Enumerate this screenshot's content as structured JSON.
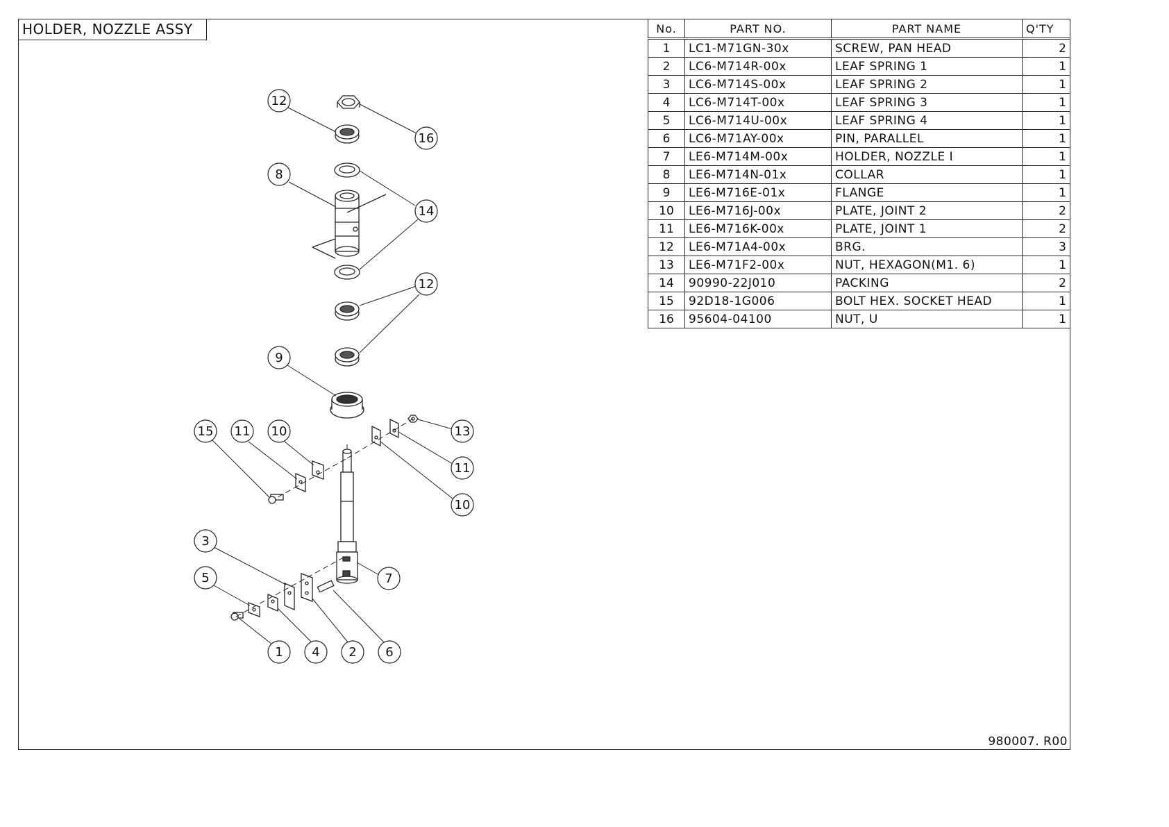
{
  "title": "HOLDER, NOZZLE  ASSY",
  "table": {
    "headers": {
      "no": "No.",
      "part_no": "PART  NO.",
      "part_name": "PART  NAME",
      "qty": "Q'TY"
    },
    "rows": [
      {
        "no": "1",
        "part_no": "LC1-M71GN-30x",
        "part_name": "SCREW, PAN HEAD",
        "qty": "2"
      },
      {
        "no": "2",
        "part_no": "LC6-M714R-00x",
        "part_name": "LEAF  SPRING  1",
        "qty": "1"
      },
      {
        "no": "3",
        "part_no": "LC6-M714S-00x",
        "part_name": "LEAF  SPRING  2",
        "qty": "1"
      },
      {
        "no": "4",
        "part_no": "LC6-M714T-00x",
        "part_name": "LEAF  SPRING  3",
        "qty": "1"
      },
      {
        "no": "5",
        "part_no": "LC6-M714U-00x",
        "part_name": "LEAF  SPRING  4",
        "qty": "1"
      },
      {
        "no": "6",
        "part_no": "LC6-M71AY-00x",
        "part_name": "PIN, PARALLEL",
        "qty": "1"
      },
      {
        "no": "7",
        "part_no": "LE6-M714M-00x",
        "part_name": "HOLDER, NOZZLE  I",
        "qty": "1"
      },
      {
        "no": "8",
        "part_no": "LE6-M714N-01x",
        "part_name": "COLLAR",
        "qty": "1"
      },
      {
        "no": "9",
        "part_no": "LE6-M716E-01x",
        "part_name": "FLANGE",
        "qty": "1"
      },
      {
        "no": "10",
        "part_no": "LE6-M716J-00x",
        "part_name": "PLATE, JOINT  2",
        "qty": "2"
      },
      {
        "no": "11",
        "part_no": "LE6-M716K-00x",
        "part_name": "PLATE, JOINT  1",
        "qty": "2"
      },
      {
        "no": "12",
        "part_no": "LE6-M71A4-00x",
        "part_name": "BRG.",
        "qty": "3"
      },
      {
        "no": "13",
        "part_no": "LE6-M71F2-00x",
        "part_name": "NUT, HEXAGON(M1. 6)",
        "qty": "1"
      },
      {
        "no": "14",
        "part_no": "90990-22J010",
        "part_name": "PACKING",
        "qty": "2"
      },
      {
        "no": "15",
        "part_no": "92D18-1G006",
        "part_name": "BOLT HEX. SOCKET HEAD",
        "qty": "1"
      },
      {
        "no": "16",
        "part_no": "95604-04100",
        "part_name": "NUT, U",
        "qty": "1"
      }
    ]
  },
  "balloons": {
    "b12_top": "12",
    "b16": "16",
    "b8": "8",
    "b14": "14",
    "b12_mid": "12",
    "b9": "9",
    "b15": "15",
    "b11_left": "11",
    "b10_left": "10",
    "b13": "13",
    "b11_right": "11",
    "b10_right": "10",
    "b3": "3",
    "b5": "5",
    "b7": "7",
    "b1": "1",
    "b4": "4",
    "b2": "2",
    "b6": "6"
  },
  "doc_code": "980007. R00"
}
